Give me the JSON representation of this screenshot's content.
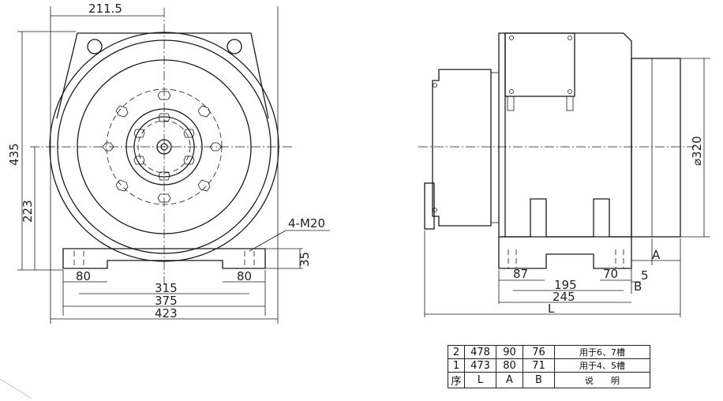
{
  "front_view": {
    "dim_top": "211.5",
    "dim_height": "435",
    "dim_center": "223",
    "dim_foot_height": "35",
    "dim_foot_left": "80",
    "dim_foot_right": "80",
    "dim_holes": "315",
    "dim_base": "375",
    "dim_overall": "423",
    "thread_note": "4-M20"
  },
  "side_view": {
    "dim_diameter": "⌀320",
    "dim_87": "87",
    "dim_195": "195",
    "dim_70": "70",
    "dim_5": "5",
    "dim_245": "245",
    "label_A": "A",
    "label_B": "B",
    "label_L": "L"
  },
  "spec_table": {
    "rows": [
      [
        "2",
        "478",
        "90",
        "76",
        "用于6、7槽"
      ],
      [
        "1",
        "473",
        "80",
        "71",
        "用于4、5槽"
      ],
      [
        "序",
        "L",
        "A",
        "B",
        "说　　明"
      ]
    ]
  }
}
